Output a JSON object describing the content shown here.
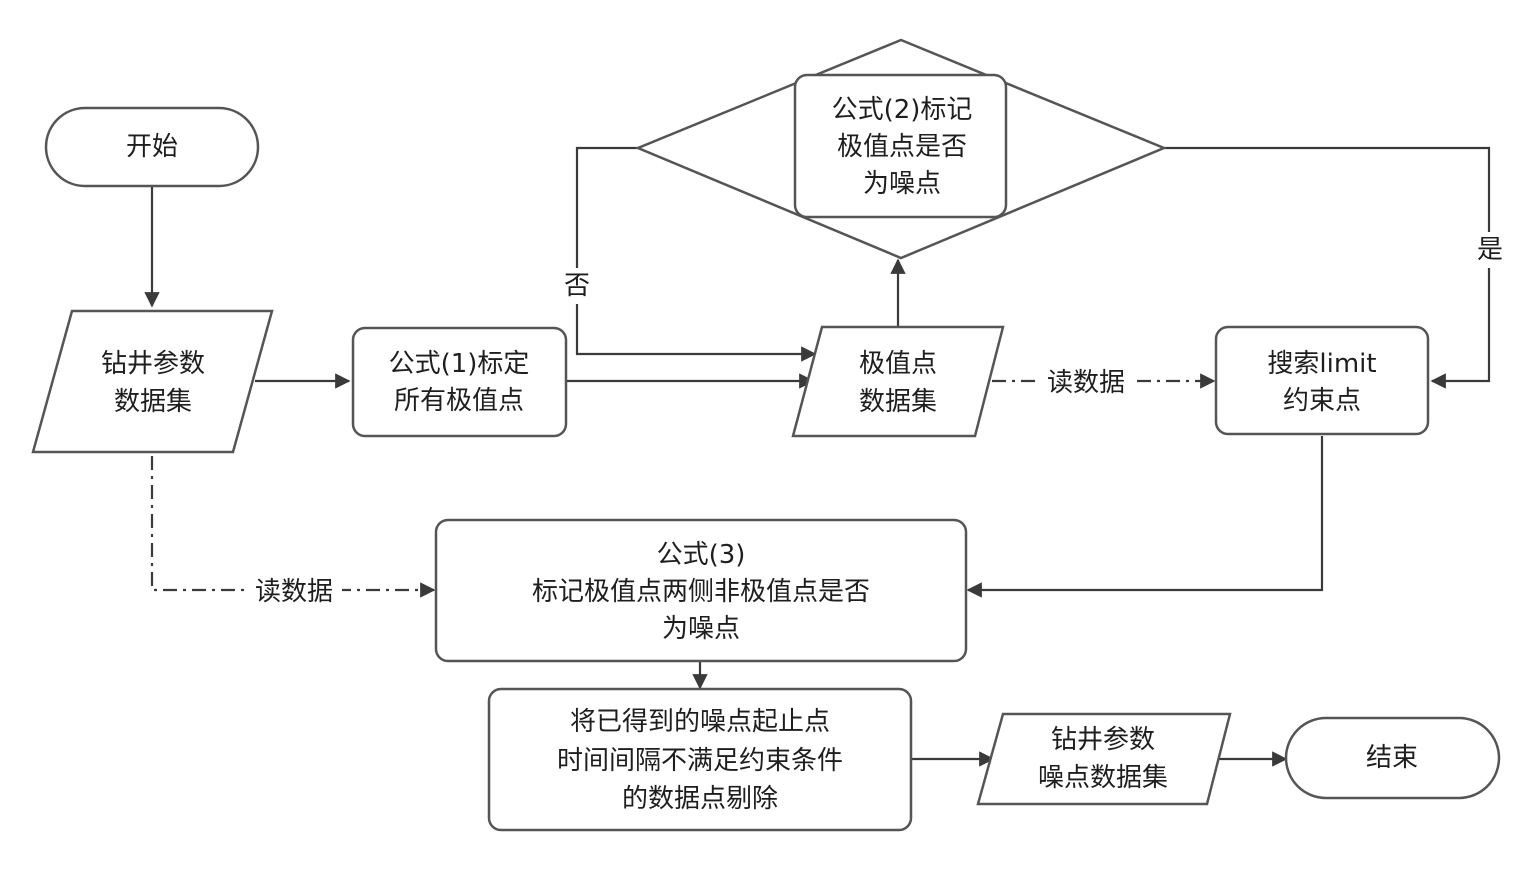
{
  "nodes": {
    "start": "开始",
    "drilling_params": [
      "钻井参数",
      "数据集"
    ],
    "formula1": [
      "公式(1)标定",
      "所有极值点"
    ],
    "extreme_set": [
      "极值点",
      "数据集"
    ],
    "formula2": [
      "公式(2)标记",
      "极值点是否",
      "为噪点"
    ],
    "search_limit": [
      "搜索limit",
      "约束点"
    ],
    "formula3": [
      "公式(3)",
      "标记极值点两侧非极值点是否",
      "为噪点"
    ],
    "remove": [
      "将已得到的噪点起止点",
      "时间间隔不满足约束条件",
      "的数据点剔除"
    ],
    "noise_set": [
      "钻井参数",
      "噪点数据集"
    ],
    "end": "结束"
  },
  "edge_labels": {
    "no": "否",
    "yes": "是",
    "read_data_top": "读数据",
    "read_data_bottom": "读数据"
  }
}
